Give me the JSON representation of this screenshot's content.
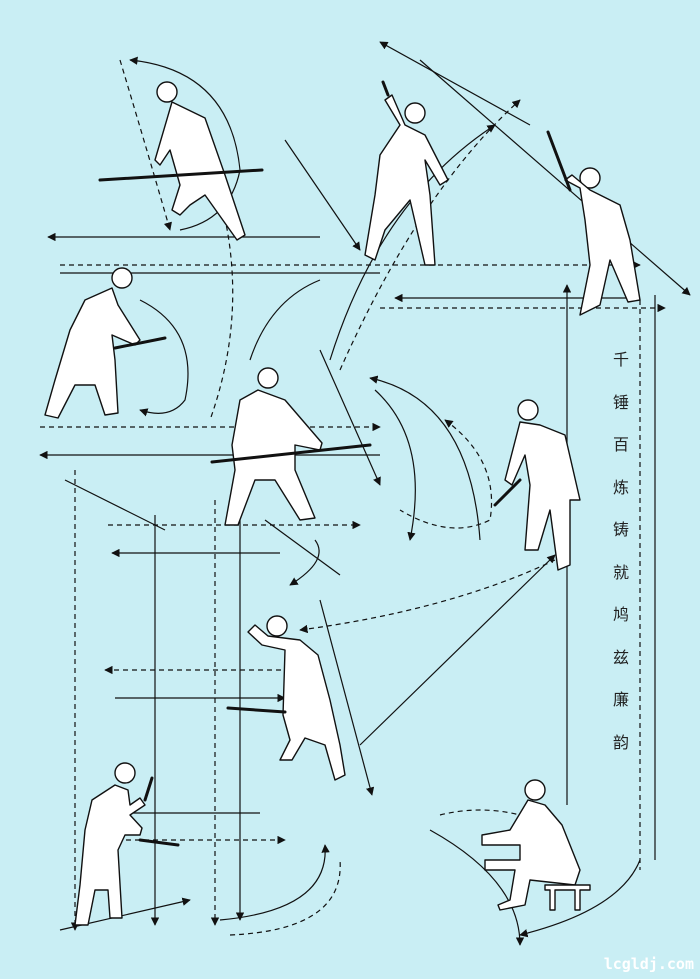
{
  "artwork": {
    "title_vertical": [
      "千",
      "锤",
      "百",
      "炼",
      "铸",
      "就",
      "鸠",
      "兹",
      "廉",
      "韵"
    ],
    "watermark": "lcgldj.com",
    "colors": {
      "background": "#c9eef4",
      "line": "#111111",
      "figure_fill": "#ffffff"
    },
    "figures": [
      "ladle-worker",
      "hammer-raiser-center",
      "sledgehammer-right",
      "mallet-worker-left",
      "ladle-worker-center",
      "hammer-worker-right",
      "hammer-worker-middle",
      "tong-worker-bottom-left",
      "seated-worker-bottom-right"
    ]
  }
}
